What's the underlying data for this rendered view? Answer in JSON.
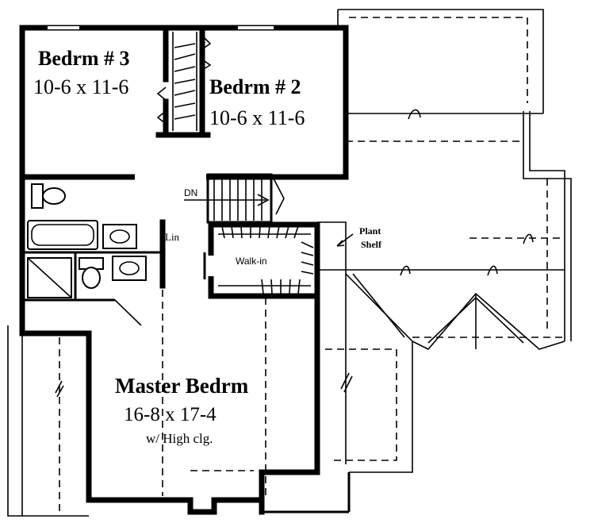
{
  "rooms": {
    "bedroom3": {
      "name": "Bedrm # 3",
      "size": "10-6 x 11-6"
    },
    "bedroom2": {
      "name": "Bedrm # 2",
      "size": "10-6 x 11-6"
    },
    "master": {
      "name": "Master Bedrm",
      "size": "16-8 x 17-4",
      "note": "w/ High clg."
    }
  },
  "labels": {
    "stair_down": "DN",
    "linen": "Lin",
    "walk_in": "Walk-in",
    "plant_shelf_line1": "Plant",
    "plant_shelf_line2": "Shelf"
  }
}
